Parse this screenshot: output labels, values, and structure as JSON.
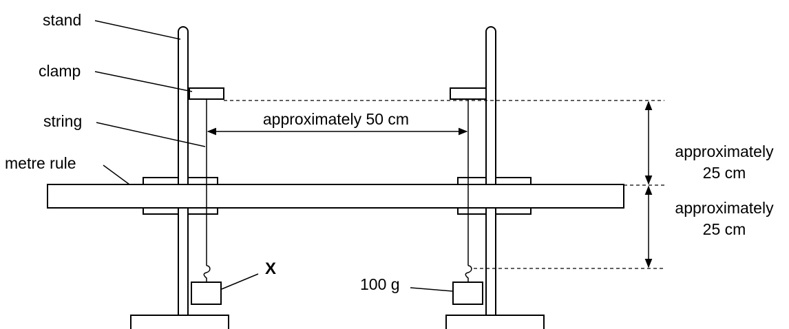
{
  "labels": {
    "stand": "stand",
    "clamp": "clamp",
    "string": "string",
    "metre_rule": "metre rule",
    "horizontal_distance": "approximately 50 cm",
    "upper_distance_line1": "approximately",
    "upper_distance_line2": "25 cm",
    "lower_distance_line1": "approximately",
    "lower_distance_line2": "25 cm",
    "mass_unknown": "X",
    "mass_known": "100 g"
  },
  "colors": {
    "ink": "#000000",
    "background": "#ffffff"
  }
}
